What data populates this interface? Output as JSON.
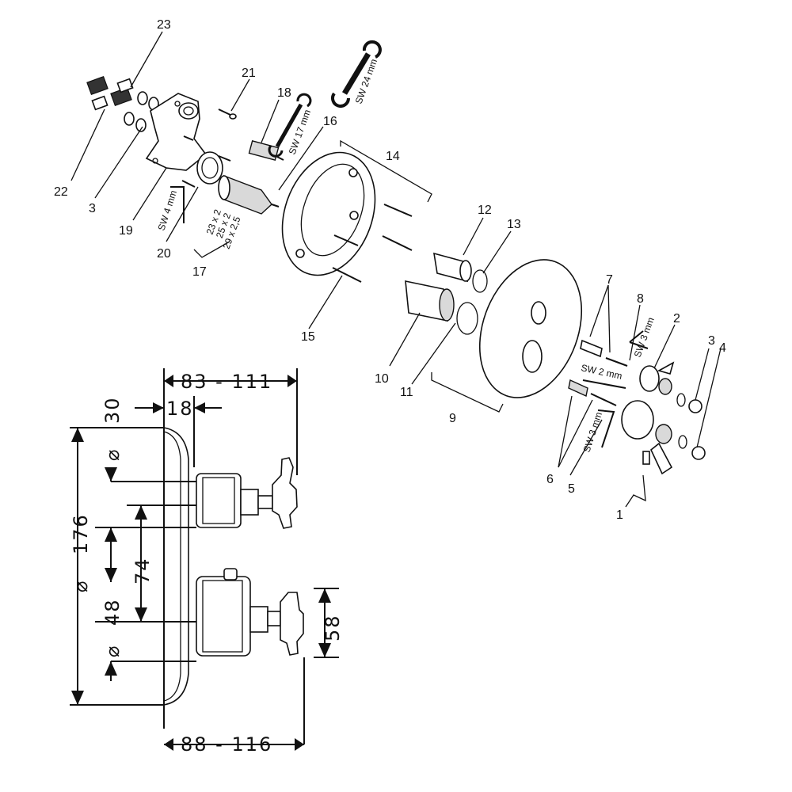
{
  "callouts": {
    "p1": "1",
    "p2": "2",
    "p3a": "3",
    "p3b": "3",
    "p4": "4",
    "p5": "5",
    "p6": "6",
    "p7": "7",
    "p8": "8",
    "p9": "9",
    "p10": "10",
    "p11": "11",
    "p12": "12",
    "p13": "13",
    "p14": "14",
    "p15": "15",
    "p16": "16",
    "p17": "17",
    "p18": "18",
    "p19": "19",
    "p20": "20",
    "p21": "21",
    "p22": "22",
    "p23": "23"
  },
  "seal_sizes": [
    "23 x 2",
    "25 x 2",
    "29 x 2,5"
  ],
  "tools": {
    "sw24": "SW 24 mm",
    "sw17": "SW 17 mm",
    "sw4": "SW 4 mm",
    "sw3a": "SW 3 mm",
    "sw2": "SW 2 mm",
    "sw3b": "SW 3 mm"
  },
  "dimensions": {
    "depth_top": "83 - 111",
    "depth_bottom": "88 - 116",
    "offset": "18",
    "diameter_upper": "30",
    "diameter_total": "176",
    "spacing": "74",
    "diameter_lower": "48",
    "lower_height": "58"
  },
  "dimension_symbols": {
    "diameter": "⌀"
  }
}
